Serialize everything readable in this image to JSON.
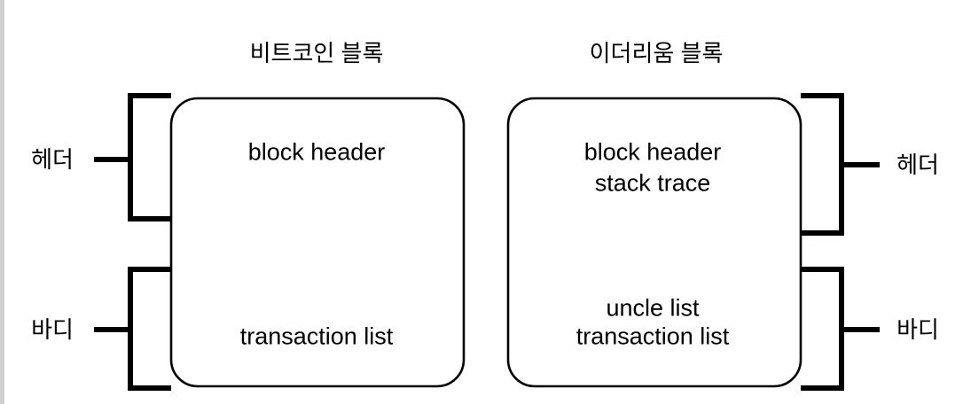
{
  "diagram": {
    "type": "block-structure-comparison",
    "background_color": "#ffffff",
    "line_color": "#000000",
    "text_color": "#000000",
    "columns": [
      {
        "id": "bitcoin",
        "title": "비트코인 블록",
        "bracket_side": "left",
        "sections": [
          {
            "id": "header",
            "bracket_label": "헤더",
            "contents": [
              "block header"
            ]
          },
          {
            "id": "body",
            "bracket_label": "바디",
            "contents": [
              "transaction list"
            ]
          }
        ]
      },
      {
        "id": "ethereum",
        "title": "이더리움 블록",
        "bracket_side": "right",
        "sections": [
          {
            "id": "header",
            "bracket_label": "헤더",
            "contents": [
              "block header",
              "stack trace"
            ]
          },
          {
            "id": "body",
            "bracket_label": "바디",
            "contents": [
              "uncle list",
              "transaction list"
            ]
          }
        ]
      }
    ]
  },
  "labels": {
    "bitcoin_title": "비트코인 블록",
    "ethereum_title": "이더리움 블록",
    "left_header_bracket": "헤더",
    "left_body_bracket": "바디",
    "right_header_bracket": "헤더",
    "right_body_bracket": "바디",
    "bitcoin_header_line1": "block header",
    "bitcoin_body_line1": "transaction list",
    "ethereum_header_line1": "block header",
    "ethereum_header_line2": "stack trace",
    "ethereum_body_line1": "uncle list",
    "ethereum_body_line2": "transaction list"
  }
}
